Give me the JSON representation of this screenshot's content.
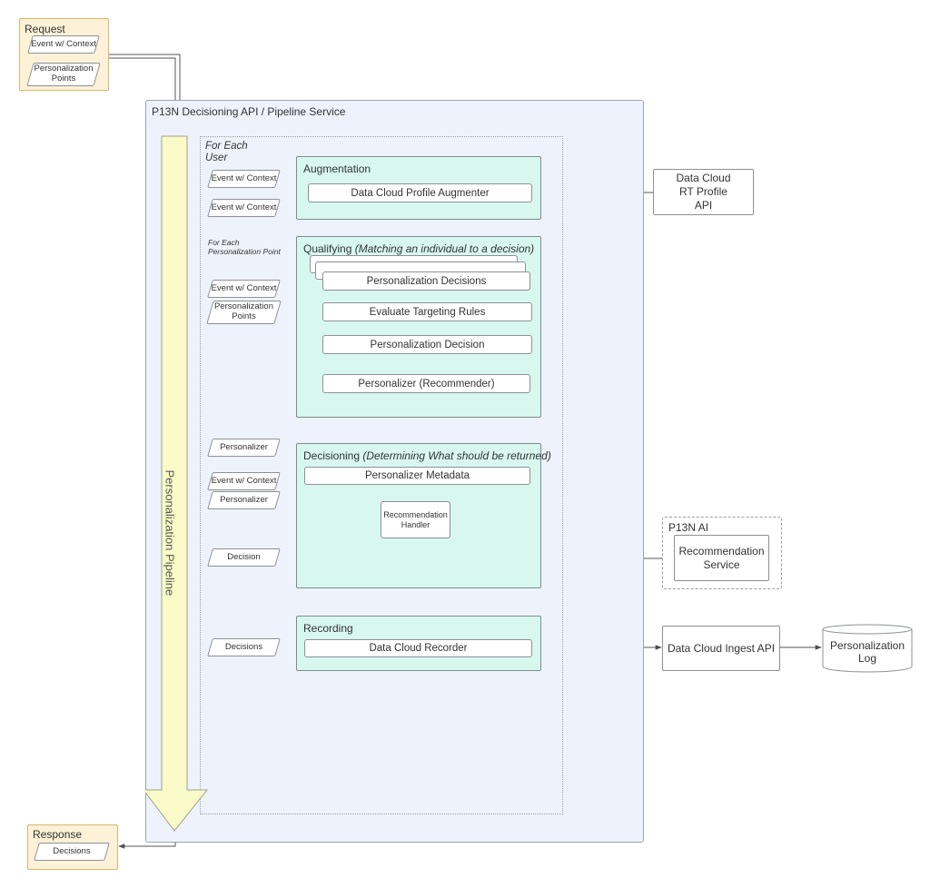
{
  "request": {
    "title": "Request",
    "event": "Event w/ Context",
    "points": "Personalization Points"
  },
  "service": {
    "title": "P13N Decisioning API / Pipeline Service"
  },
  "pipeline": {
    "label": "Personalization Pipeline"
  },
  "loop": {
    "for_each_user": "For Each User",
    "for_each_point": "For Each Personalization Point"
  },
  "flow": {
    "event_in_1": "Event w/ Context",
    "event_out_1": "Event w/ Context",
    "event_in_2": "Event w/ Context",
    "points_in": "Personalization Points",
    "personalizer_out": "Personalizer",
    "event_in_3": "Event w/ Context",
    "personalizer_in": "Personalizer",
    "decision_out": "Decision",
    "decisions_in": "Decisions"
  },
  "augmentation": {
    "title": "Augmentation",
    "augmenter": "Data Cloud Profile Augmenter"
  },
  "qualifying": {
    "title": "Qualifying",
    "subtitle": "(Matching an individual to a decision)",
    "decisions": "Personalization Decisions",
    "rules": "Evaluate Targeting Rules",
    "decision": "Personalization Decision",
    "personalizer": "Personalizer (Recommender)"
  },
  "decisioning": {
    "title": "Decisioning",
    "subtitle": "(Determining What should be returned)",
    "metadata": "Personalizer Metadata",
    "handler": "Recommendation Handler"
  },
  "recording": {
    "title": "Recording",
    "recorder": "Data Cloud Recorder"
  },
  "external": {
    "profile_api": "Data Cloud RT Profile API",
    "ai_group": "P13N AI",
    "rec_service": "Recommendation Service",
    "ingest_api": "Data Cloud Ingest API",
    "log": "Personalization Log"
  },
  "response": {
    "title": "Response",
    "decisions": "Decisions"
  },
  "colors": {
    "request_fill": "#fdf1d7",
    "service_fill": "#eef3fb",
    "stage_fill": "#d8f8ef",
    "pipeline_arrow": "#fafbc8"
  }
}
